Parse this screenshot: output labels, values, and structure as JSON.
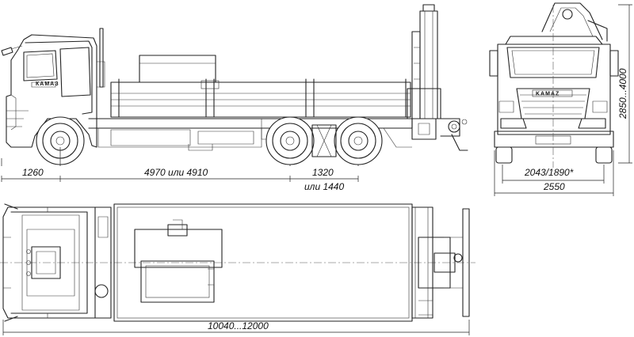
{
  "dimensions": {
    "front_overhang": "1260",
    "wheelbase": "4970 или 4910",
    "rear_axle_spacing": "1320",
    "rear_axle_spacing_alt": "или 1440",
    "track_width": "2043/1890*",
    "overall_width": "2550",
    "overall_height": "2850...4000",
    "overall_length": "10040...12000"
  },
  "brand": {
    "cab_badge": "КАМАЗ",
    "front_logo": "KAMAZ"
  }
}
